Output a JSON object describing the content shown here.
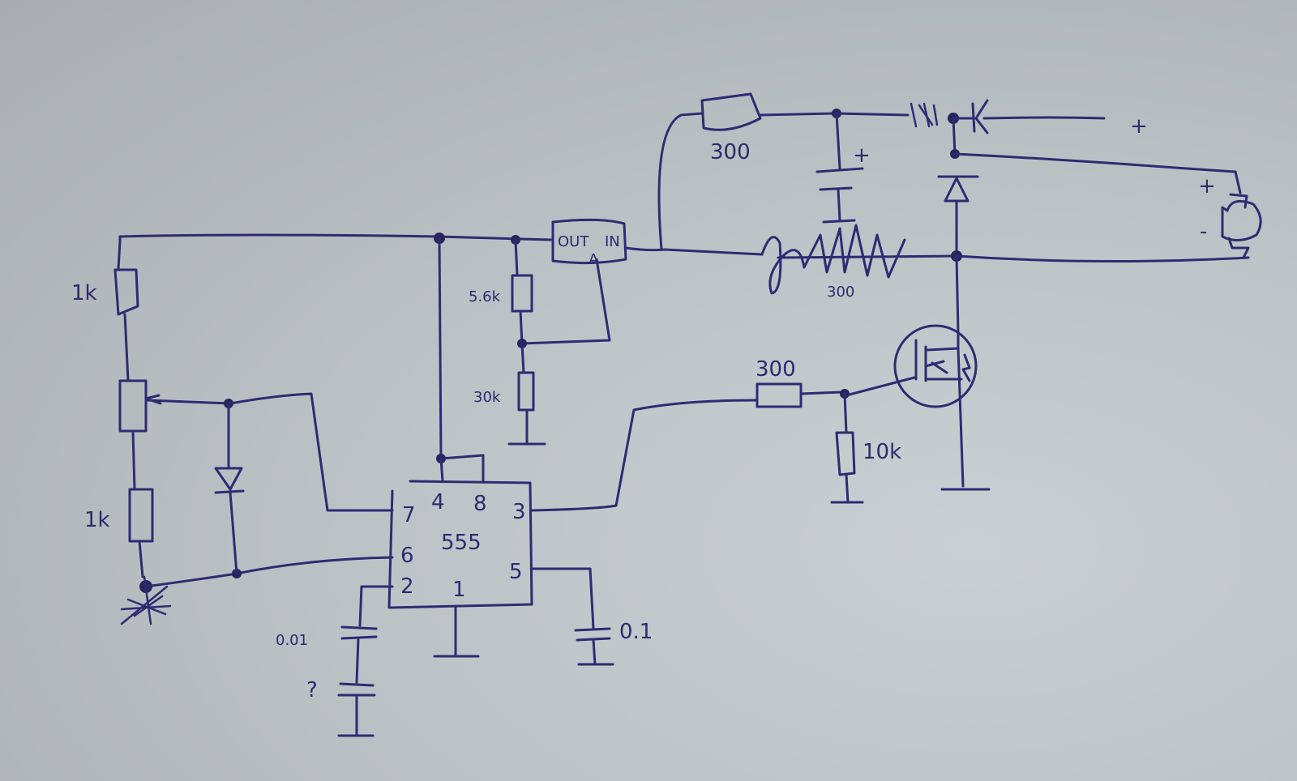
{
  "diagram": {
    "type": "hand-drawn circuit schematic",
    "ink_color": "#2f2b72",
    "paper_color": "#c2c9cc"
  },
  "components": {
    "r_top_left": {
      "kind": "resistor",
      "label": "1k"
    },
    "potentiometer": {
      "kind": "potentiometer",
      "label": ""
    },
    "r_bottom_left": {
      "kind": "resistor",
      "label": "1k"
    },
    "diode_timing": {
      "kind": "diode",
      "label": ""
    },
    "timer_ic": {
      "kind": "555 timer",
      "label": "555",
      "pins": {
        "p7": "7",
        "p4": "4",
        "p8": "8",
        "p3": "3",
        "p6": "6",
        "p2": "2",
        "p1": "1",
        "p5": "5"
      }
    },
    "c_timing": {
      "kind": "capacitor",
      "label": "0.01"
    },
    "c_timing_2": {
      "kind": "capacitor",
      "label": "?"
    },
    "c_control": {
      "kind": "capacitor",
      "label": "0.1"
    },
    "regulator": {
      "kind": "voltage regulator",
      "out_label": "OUT",
      "in_label": "IN",
      "adj_label": "A"
    },
    "r_divider_top": {
      "kind": "resistor",
      "label": "5.6k"
    },
    "r_divider_bottom": {
      "kind": "resistor",
      "label": "30k"
    },
    "r_supply": {
      "kind": "resistor",
      "label": "300"
    },
    "c_electrolytic": {
      "kind": "polarized capacitor",
      "polarity": "+"
    },
    "inductor": {
      "kind": "inductor / coil",
      "label": "300"
    },
    "diode_input": {
      "kind": "diode",
      "label": ""
    },
    "diode_flyback": {
      "kind": "diode",
      "label": ""
    },
    "r_gate": {
      "kind": "resistor",
      "label": "300"
    },
    "r_pulldown": {
      "kind": "resistor",
      "label": "10k"
    },
    "mosfet": {
      "kind": "n-channel MOSFET",
      "label": ""
    },
    "supply_terminal": {
      "kind": "power input",
      "label": "+"
    },
    "load": {
      "kind": "load / motor",
      "plus_label": "+",
      "minus_label": "-"
    }
  }
}
